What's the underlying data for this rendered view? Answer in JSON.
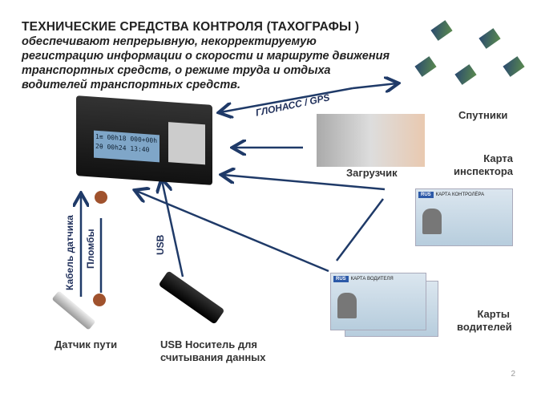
{
  "title": "ТЕХНИЧЕСКИЕ СРЕДСТВА КОНТРОЛЯ (ТАХОГРАФЫ )",
  "subtitle": "обеспечивают непрерывную, некорректируемую регистрацию информации о скорости и маршруте движения транспортных средств, о режиме труда и отдыха водителей транспортных средств.",
  "labels": {
    "glonass": "ГЛОНАСС / GPS",
    "satellites": "Спутники",
    "loader": "Загрузчик",
    "inspector_card": "Карта инспектора",
    "driver_cards": "Карты водителей",
    "sensor": "Датчик пути",
    "usb_drive": "USB Носитель для считывания данных",
    "usb": "USB",
    "cable": "Кабель датчика",
    "seals": "Пломбы"
  },
  "tachograph": {
    "line1": "1≡ 00h18  000+00h",
    "line2": "2θ 00h24    13:40"
  },
  "cards": {
    "country": "RUS",
    "inspector": "КАРТА КОНТРОЛЁРА",
    "driver": "КАРТА ВОДИТЕЛЯ"
  },
  "page_number": "2",
  "colors": {
    "arrow": "#1f3a68"
  }
}
